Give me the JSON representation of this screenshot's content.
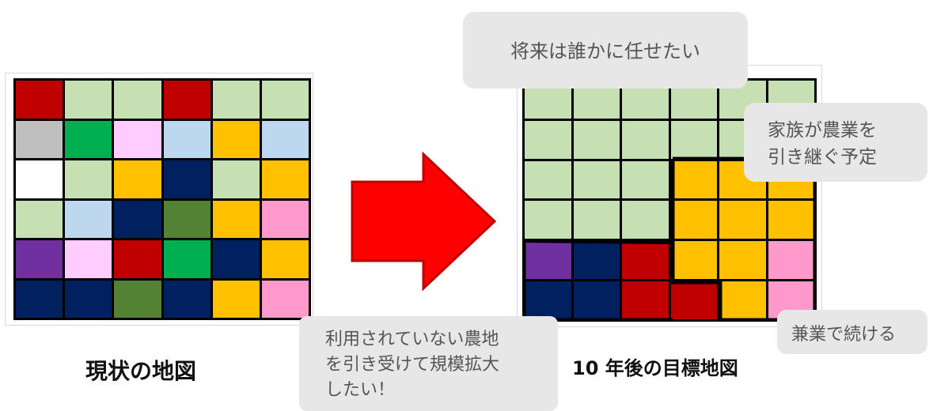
{
  "current_map": {
    "caption": "現状の地図",
    "rows": [
      [
        "#c00000",
        "#c6e0b4",
        "#c6e0b4",
        "#c00000",
        "#c6e0b4",
        "#c6e0b4"
      ],
      [
        "#bfbfbf",
        "#00b050",
        "#ffccff",
        "#bdd7ee",
        "#ffc000",
        "#bdd7ee"
      ],
      [
        "#ffffff",
        "#c6e0b4",
        "#ffc000",
        "#002060",
        "#c6e0b4",
        "#ffc000"
      ],
      [
        "#c6e0b4",
        "#bdd7ee",
        "#002060",
        "#548235",
        "#ffc000",
        "#ff99cc"
      ],
      [
        "#7030a0",
        "#ffccff",
        "#c00000",
        "#00b050",
        "#002060",
        "#ffc000"
      ],
      [
        "#002060",
        "#002060",
        "#548235",
        "#002060",
        "#ffc000",
        "#ff99cc"
      ]
    ]
  },
  "target_map": {
    "caption": "10 年後の目標地図",
    "rows": [
      [
        "#c6e0b4",
        "#c6e0b4",
        "#c6e0b4",
        "#c6e0b4",
        "#c6e0b4",
        "#c6e0b4"
      ],
      [
        "#c6e0b4",
        "#c6e0b4",
        "#c6e0b4",
        "#c6e0b4",
        "#c6e0b4",
        "#c6e0b4"
      ],
      [
        "#c6e0b4",
        "#c6e0b4",
        "#c6e0b4",
        "#ffc000",
        "#ffc000",
        "#ffc000"
      ],
      [
        "#c6e0b4",
        "#c6e0b4",
        "#c6e0b4",
        "#ffc000",
        "#ffc000",
        "#ffc000"
      ],
      [
        "#7030a0",
        "#002060",
        "#c00000",
        "#ffc000",
        "#ffc000",
        "#ff99cc"
      ],
      [
        "#002060",
        "#002060",
        "#c00000",
        "#c00000",
        "#ffc000",
        "#ff99cc"
      ]
    ]
  },
  "arrow_color": "#ff0000",
  "bubbles": {
    "entrust": "将来は誰かに任せたい",
    "family": "家族が農業を\n引き継ぐ予定",
    "expand": "利用されていない農地\nを引き受けて規模拡大\nしたい！",
    "part_time": "兼業で続ける"
  }
}
